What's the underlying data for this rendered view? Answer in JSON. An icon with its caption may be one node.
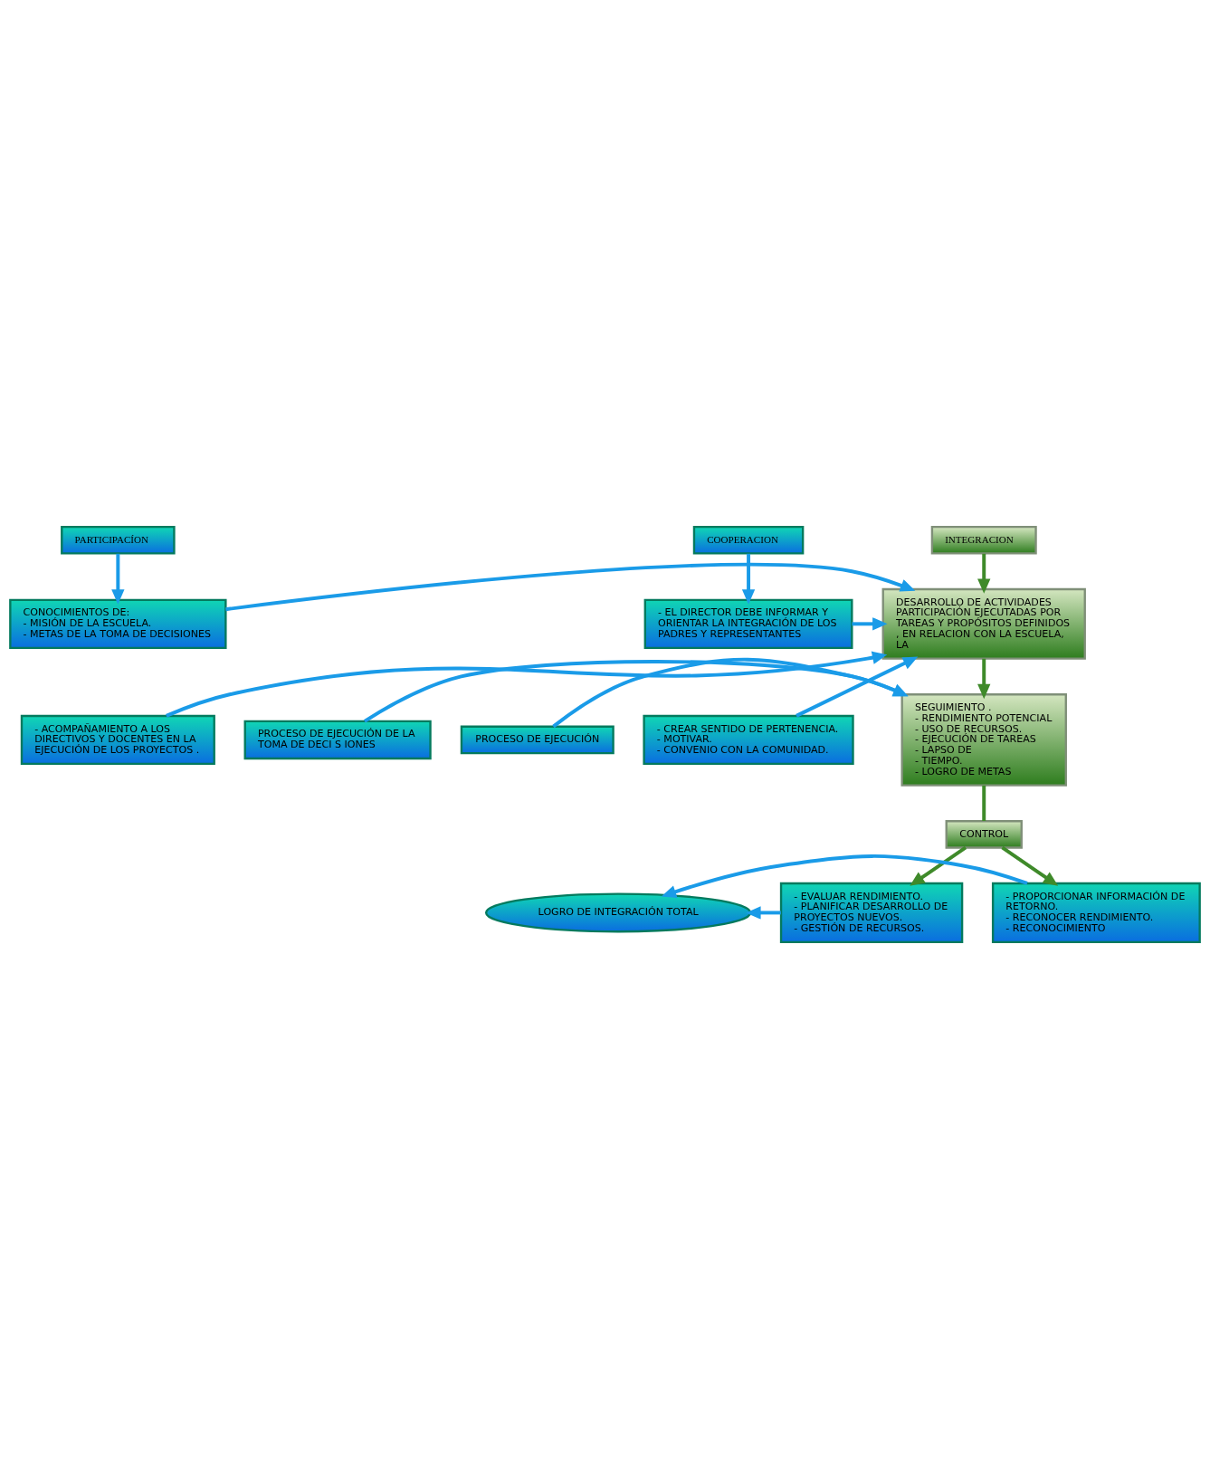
{
  "diagram": {
    "nodes": [
      {
        "text": [
          "PARTICIPACÍON"
        ]
      },
      {
        "text": [
          "INTEGRACION"
        ]
      },
      {
        "text": [
          "COOPERACION"
        ]
      },
      {
        "text": [
          "CONOCIMIENTOS DE:",
          "- MISIÓN DE LA ESCUELA.",
          "- METAS DE LA TOMA DE DECISIONES"
        ]
      },
      {
        "text": [
          "- ACOMPAÑAMIENTO A LOS DIRECTIVOS Y DOCENTES EN LA EJECUCIÓN DE LOS PROYECTOS ."
        ]
      },
      {
        "text": [
          "DESARROLLO DE ACTIVIDADES PARTICIPACIÓN EJECUTADAS POR TAREAS Y PROPÓSITOS DEFINIDOS , EN RELACION CON LA ESCUELA, LA"
        ]
      },
      {
        "text": [
          "- EL DIRECTOR DEBE INFORMAR Y ORIENTAR LA INTEGRACIÓN DE LOS PADRES Y REPRESENTANTES"
        ]
      },
      {
        "text": [
          "- CREAR SENTIDO DE PERTENENCIA.",
          "- MOTIVAR.",
          "- CONVENIO CON LA COMUNIDAD."
        ]
      },
      {
        "text": [
          "SEGUIMIENTO .",
          "- RENDIMIENTO POTENCIAL",
          "- USO DE RECURSOS.",
          "- EJECUCIÓN DE TAREAS",
          "- LAPSO DE",
          "- TIEMPO.",
          "- LOGRO DE METAS"
        ]
      },
      {
        "text": [
          "PROCESO DE EJECUCIÓN DE LA TOMA DE DECI S IONES"
        ]
      },
      {
        "text": [
          "PROCESO DE EJECUCIÓN"
        ]
      },
      {
        "text": [
          "CONTROL"
        ]
      },
      {
        "text": [
          "- EVALUAR RENDIMIENTO.",
          "- PLANIFICAR DESARROLLO DE PROYECTOS NUEVOS.",
          "- GESTIÓN DE RECURSOS."
        ]
      },
      {
        "text": [
          "LOGRO DE INTEGRACIÓN TOTAL"
        ]
      },
      {
        "text": [
          "- PROPORCIONAR INFORMACIÓN DE RETORNO.",
          "- RECONOCER RENDIMIENTO.",
          "- RECONOCIMIENTO"
        ]
      }
    ],
    "edges": [
      {
        "from": 0,
        "to": 3,
        "arrow": "to"
      },
      {
        "from": 1,
        "to": 5,
        "arrow": "to",
        "color": "#3f8a2a"
      },
      {
        "from": 2,
        "to": 6,
        "arrow": "to"
      },
      {
        "from": 3,
        "to": 5,
        "arrow": "to"
      },
      {
        "from": 4,
        "to": 5,
        "arrow": "to"
      },
      {
        "from": 6,
        "to": 5,
        "arrow": "to"
      },
      {
        "from": 7,
        "to": 5,
        "arrow": "to"
      },
      {
        "from": 5,
        "to": 8,
        "arrow": "to",
        "color": "#3f8a2a"
      },
      {
        "from": 9,
        "to": 8,
        "arrow": "to"
      },
      {
        "from": 10,
        "to": 8,
        "arrow": "to"
      },
      {
        "from": 8,
        "to": 11,
        "arrow": "none",
        "color": "#3f8a2a"
      },
      {
        "from": 11,
        "to": 12,
        "arrow": "to",
        "color": "#3f8a2a"
      },
      {
        "from": 11,
        "to": 14,
        "arrow": "to",
        "color": "#3f8a2a"
      },
      {
        "from": 12,
        "to": 13,
        "arrow": "to"
      },
      {
        "from": 14,
        "to": 13,
        "arrow": "to"
      }
    ]
  }
}
